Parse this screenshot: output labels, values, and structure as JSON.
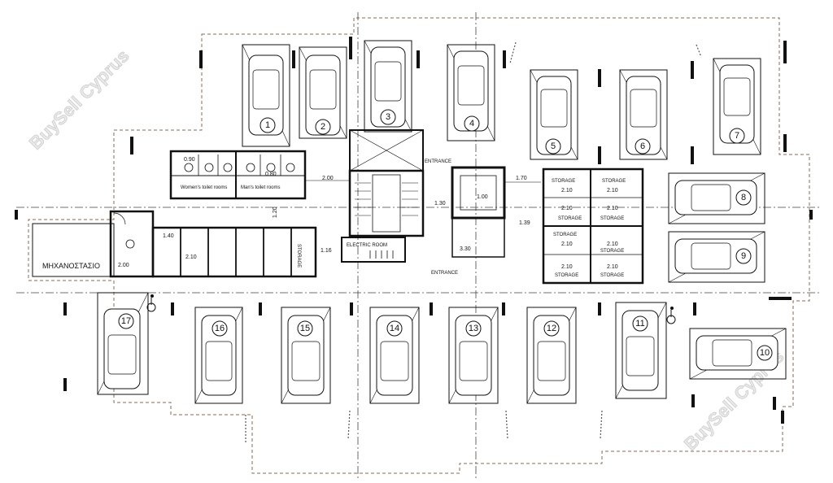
{
  "watermark": {
    "text_top": "BuySell Cyprus",
    "text_bottom": "BuySell Cyprus"
  },
  "parking_top": [
    "1",
    "2",
    "3",
    "4",
    "5",
    "6",
    "7"
  ],
  "parking_right": [
    "8",
    "9"
  ],
  "parking_bottom": [
    "17",
    "16",
    "15",
    "14",
    "13",
    "12",
    "11",
    "10"
  ],
  "rooms": {
    "machine_room": "ΜΗΧΑΝΟΣΤΑΣΙΟ",
    "womens_toilets": "Women's toilet rooms",
    "mens_toilets": "Man's toilet rooms",
    "electric_room": "ELECTRIC ROOM",
    "entrance_top": "ENTRANCE",
    "entrance_bottom": "ENTRANCE",
    "storage": "STORAGE"
  },
  "dimensions": {
    "d_200_toilets": "2.00",
    "d_170": "1.70",
    "d_130": "1.30",
    "d_120": "1.20",
    "d_100_lift": "1.00",
    "d_139": "1.39",
    "d_330": "3.30",
    "d_116": "1.16",
    "d_140": "1.40",
    "d_210": "2.10",
    "d_200_mach": "2.00",
    "d_090": "0.90",
    "d_080": "0.80"
  },
  "colors": {
    "line": "#111111",
    "boundary": "#8a6a55",
    "axis": "#444444"
  }
}
